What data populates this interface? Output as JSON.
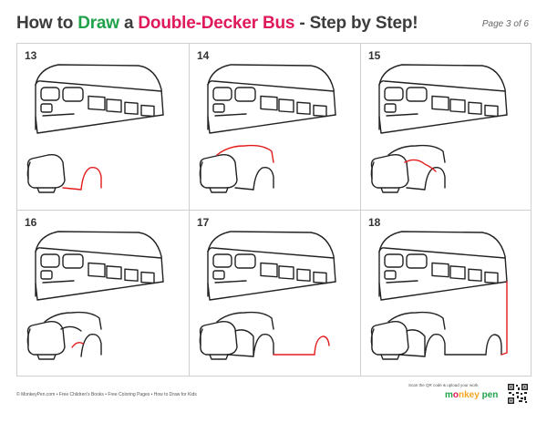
{
  "header": {
    "title_part1": "How to ",
    "title_draw": "Draw",
    "title_part2": " a ",
    "title_subject": "Double-Decker Bus",
    "title_part3": " - Step by Step!",
    "page_label": "Page 3 of 6"
  },
  "steps": [
    {
      "number": "13"
    },
    {
      "number": "14"
    },
    {
      "number": "15"
    },
    {
      "number": "16"
    },
    {
      "number": "17"
    },
    {
      "number": "18"
    }
  ],
  "footer": {
    "links": "© MonkeyPen.com  •  Free Children's Books  •  Free Coloring Pages  •  How to Draw for Kids",
    "scan_text": "Scan the QR code & upload your work",
    "brand_a": "m",
    "brand_b": "o",
    "brand_c": "nkey",
    "brand_d": " pen"
  },
  "colors": {
    "green": "#1fa24a",
    "red": "#e0195a",
    "line": "#222222",
    "highlight": "#e41b1b"
  },
  "icons": {
    "qr": "qr-code-icon"
  }
}
